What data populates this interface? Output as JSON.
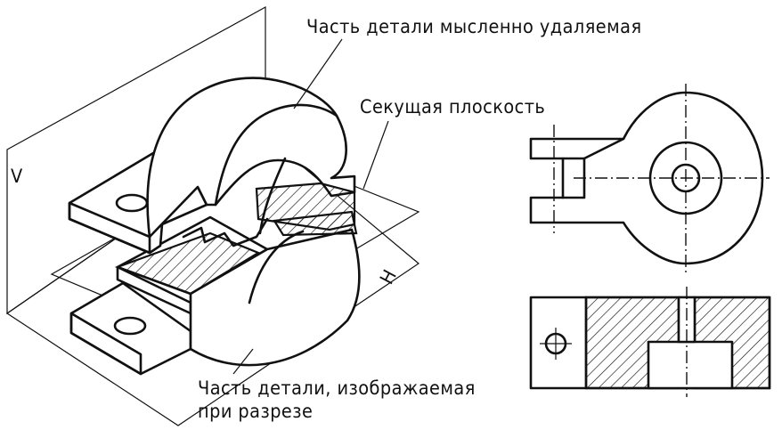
{
  "labels": {
    "removed_part": "Часть детали мысленно удаляемая",
    "cutting_plane": "Секущая плоскость",
    "section_part_line1": "Часть детали, изображаемая",
    "section_part_line2": "при разрезе",
    "plane_v": "V",
    "plane_h": "H"
  }
}
